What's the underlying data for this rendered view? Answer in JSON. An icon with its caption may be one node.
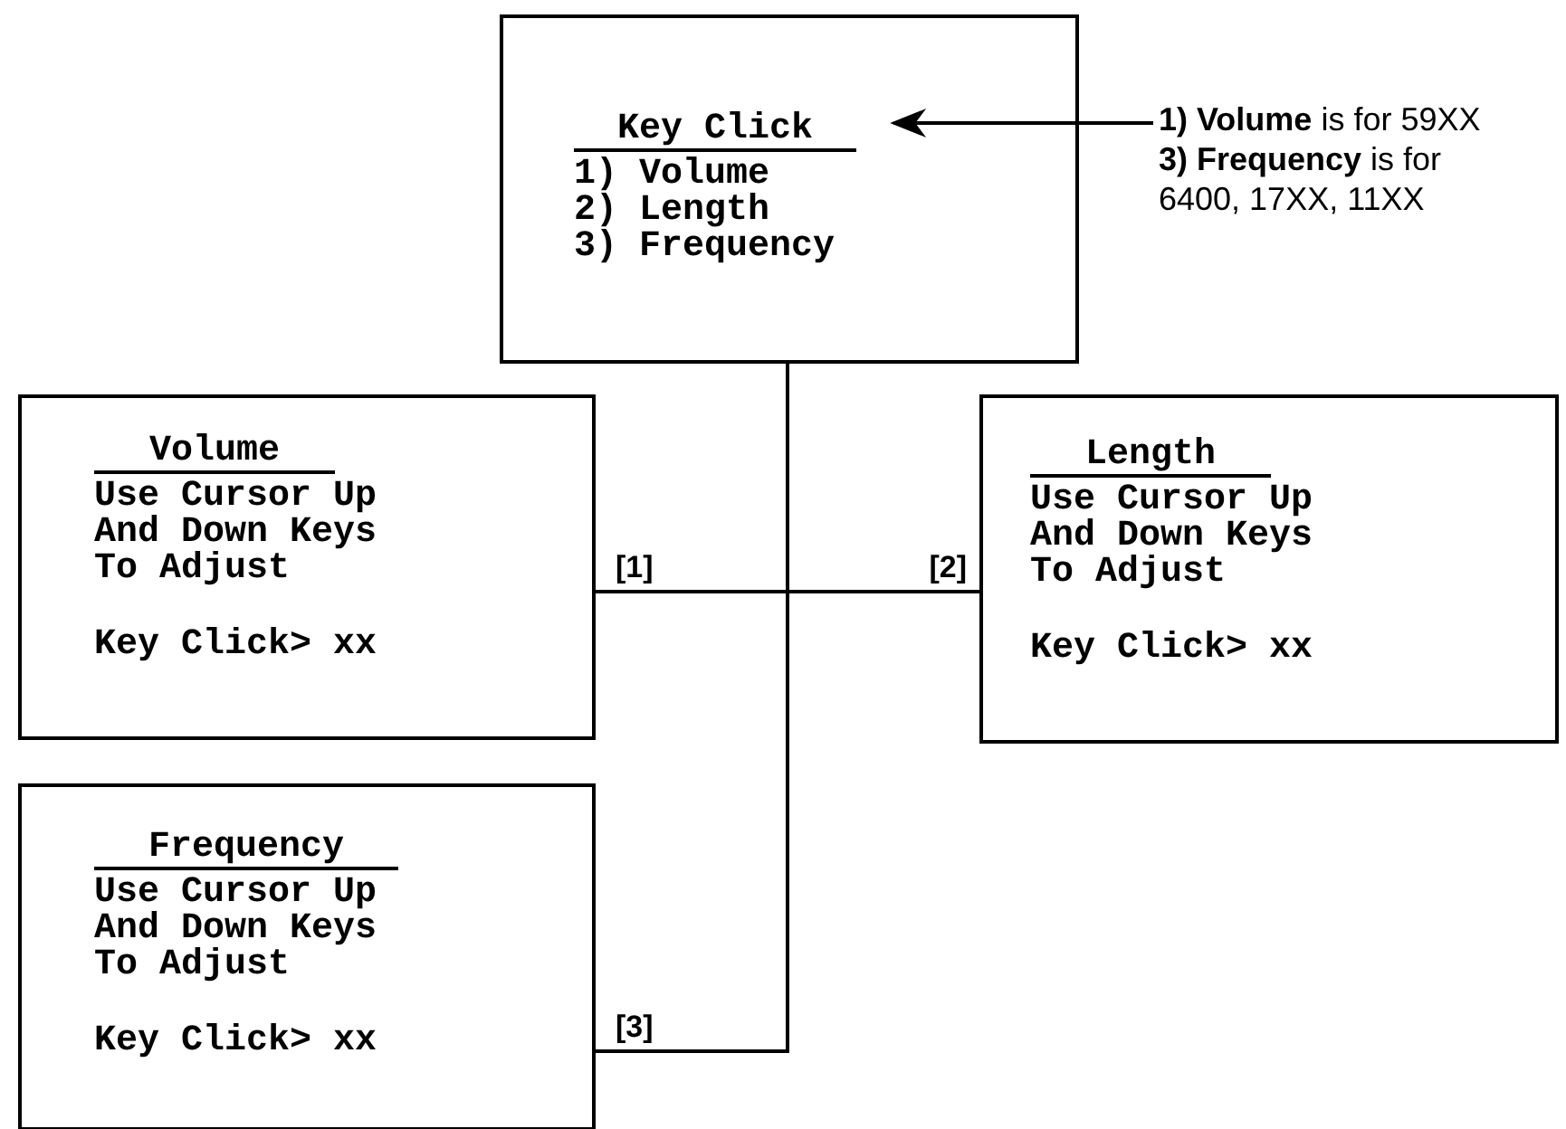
{
  "diagram": {
    "nodes": [
      {
        "text": [
          "Key Click",
          "1) Volume",
          "2) Length",
          "3) Frequency"
        ]
      },
      {
        "text": [
          "**1) Volume** is for 59XX",
          "**3) Frequency** is for 6400, 17XX, 11XX"
        ]
      },
      {
        "text": [
          "Volume",
          "Use Cursor Up And Down Keys To Adjust",
          "Key Click> xx"
        ]
      },
      {
        "text": [
          "Length",
          "Use Cursor Up And Down Keys To Adjust",
          "Key Click> xx"
        ]
      },
      {
        "text": [
          "Frequency",
          "Use Cursor Up And Down Keys To Adjust",
          "Key Click> xx"
        ]
      }
    ],
    "edges": [
      {
        "from": 1,
        "to": 0,
        "arrow": "to"
      },
      {
        "from": 0,
        "to": 2,
        "arrow": "none",
        "label": "[1]"
      },
      {
        "from": 0,
        "to": 3,
        "arrow": "none",
        "label": "[2]"
      },
      {
        "from": 0,
        "to": 4,
        "arrow": "none",
        "label": "[3]"
      }
    ]
  }
}
